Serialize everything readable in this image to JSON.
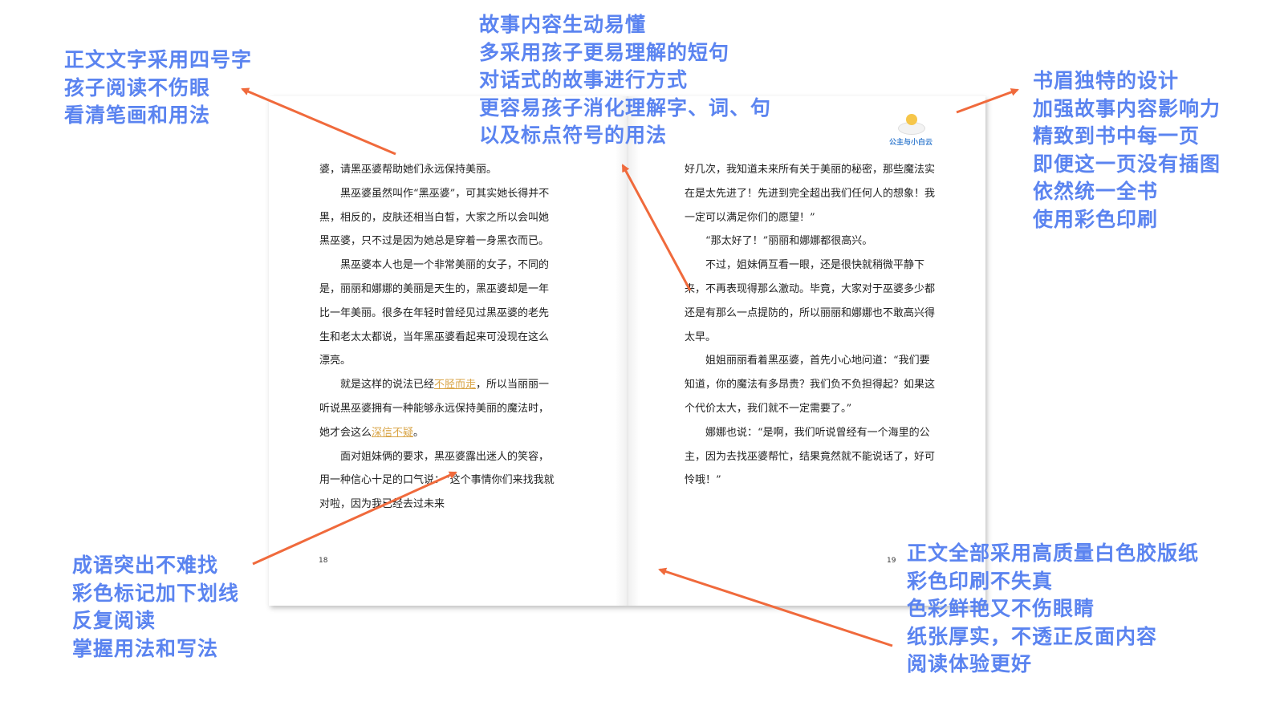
{
  "book": {
    "left_page": {
      "paragraphs": [
        {
          "text": "婆，请黑巫婆帮助她们永远保持美丽。",
          "indent": false
        },
        {
          "text": "黑巫婆虽然叫作“黑巫婆”，可其实她长得并不黑，相反的，皮肤还相当白皙，大家之所以会叫她黑巫婆，只不过是因为她总是穿着一身黑衣而已。",
          "indent": true
        },
        {
          "text": "黑巫婆本人也是一个非常美丽的女子，不同的是，丽丽和娜娜的美丽是天生的，黑巫婆却是一年比一年美丽。很多在年轻时曾经见过黑巫婆的老先生和老太太都说，当年黑巫婆看起来可没现在这么漂亮。",
          "indent": true
        }
      ],
      "para4": {
        "a": "就是这样的说法已经",
        "idiom1": "不胫而走",
        "b": "，所以当丽丽一听说黑巫婆拥有一种能够永远保持美丽的魔法时，她才会这么",
        "idiom2": "深信不疑",
        "c": "。"
      },
      "para5": "面对姐妹俩的要求，黑巫婆露出迷人的笑容，用一种信心十足的口气说：“这个事情你们来找我就对啦，因为我已经去过未来",
      "page_number": "18"
    },
    "right_page": {
      "header_logo_text": "公主与小白云",
      "paragraphs": [
        {
          "text": "好几次，我知道未来所有关于美丽的秘密，那些魔法实在是太先进了！先进到完全超出我们任何人的想象！我一定可以满足你们的愿望！”",
          "indent": false
        },
        {
          "text": "“那太好了！”丽丽和娜娜都很高兴。",
          "indent": true
        },
        {
          "text": "不过，姐妹俩互看一眼，还是很快就稍微平静下来，不再表现得那么激动。毕竟，大家对于巫婆多少都还是有那么一点提防的，所以丽丽和娜娜也不敢高兴得太早。",
          "indent": true
        },
        {
          "text": "姐姐丽丽看着黑巫婆，首先小心地问道：“我们要知道，你的魔法有多昂贵？我们负不负担得起？如果这个代价太大，我们就不一定需要了。”",
          "indent": true
        },
        {
          "text": "娜娜也说：“是啊，我们听说曾经有一个海里的公主，因为去找巫婆帮忙，结果竟然就不能说话了，好可怜哦！”",
          "indent": true
        }
      ],
      "page_number": "19"
    }
  },
  "annotations": {
    "font_size": [
      "正文文字采用四号字",
      "孩子阅读不伤眼",
      "看清笔画和用法"
    ],
    "story": [
      "故事内容生动易懂",
      "多采用孩子更易理解的短句",
      "对话式的故事进行方式",
      "更容易孩子消化理解字、词、句",
      "以及标点符号的用法"
    ],
    "header_design": [
      "书眉独特的设计",
      "加强故事内容影响力",
      "精致到书中每一页",
      "即便这一页没有插图",
      "依然统一全书",
      "使用彩色印刷"
    ],
    "idioms": [
      "成语突出不难找",
      "彩色标记加下划线",
      "反复阅读",
      "掌握用法和写法"
    ],
    "paper": [
      "正文全部采用高质量白色胶版纸",
      "彩色印刷不失真",
      "色彩鲜艳又不伤眼睛",
      "纸张厚实，不透正反面内容",
      "阅读体验更好"
    ]
  },
  "colors": {
    "annotation_text": "#5b84f0",
    "arrow": "#f06a3c",
    "idiom_highlight": "#d9a548"
  }
}
